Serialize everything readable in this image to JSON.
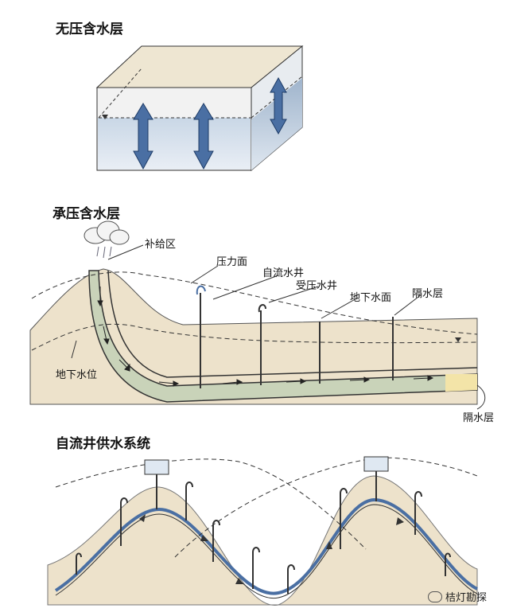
{
  "section1": {
    "title": "无压含水层"
  },
  "section2": {
    "title": "承压含水层",
    "labels": {
      "recharge_zone": "补给区",
      "pressure_surface": "压力面",
      "artesian_well": "自流水井",
      "confined_well": "受压水井",
      "water_table": "地下水面",
      "aquiclude_top": "隔水层",
      "groundwater_level": "地下水位",
      "aquiclude_bottom": "隔水层"
    }
  },
  "section3": {
    "title": "自流井供水系统"
  },
  "watermark": {
    "text": "桔灯勘探"
  }
}
